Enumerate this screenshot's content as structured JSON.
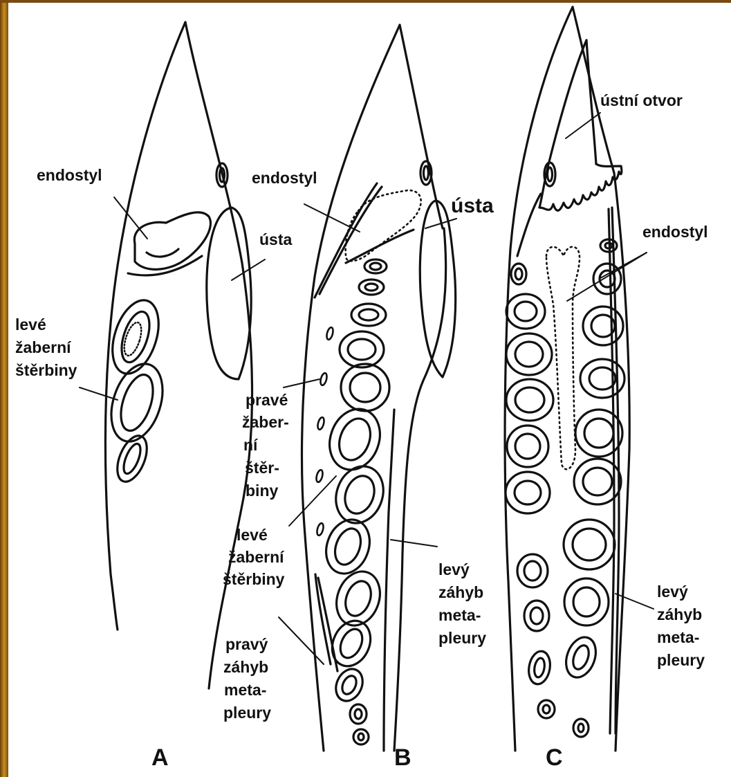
{
  "panels": [
    "A",
    "B",
    "C"
  ],
  "labels": {
    "a_endostyl": "endostyl",
    "a_usta": "ústa",
    "a_gill_1": "levé",
    "a_gill_2": "žaberní",
    "a_gill_3": "štěrbiny",
    "b_endostyl": "endostyl",
    "b_usta": "ústa",
    "b_right_1": "pravé",
    "b_right_2": "žaber-",
    "b_right_3": "ní",
    "b_right_4": "štěr-",
    "b_right_5": "biny",
    "b_left_1": "levé",
    "b_left_2": "žaberní",
    "b_left_3": "štěrbiny",
    "b_fold_1": "pravý",
    "b_fold_2": "záhyb",
    "b_fold_3": "meta-",
    "b_fold_4": "pleury",
    "b_lfold_1": "levý",
    "b_lfold_2": "záhyb",
    "b_lfold_3": "meta-",
    "b_lfold_4": "pleury",
    "c_mouth": "ústní otvor",
    "c_endostyl": "endostyl",
    "c_lfold_1": "levý",
    "c_lfold_2": "záhyb",
    "c_lfold_3": "meta-",
    "c_lfold_4": "pleury"
  },
  "colors": {
    "frame": "#7a4a10",
    "ink": "#111111",
    "paper": "#ffffff"
  }
}
